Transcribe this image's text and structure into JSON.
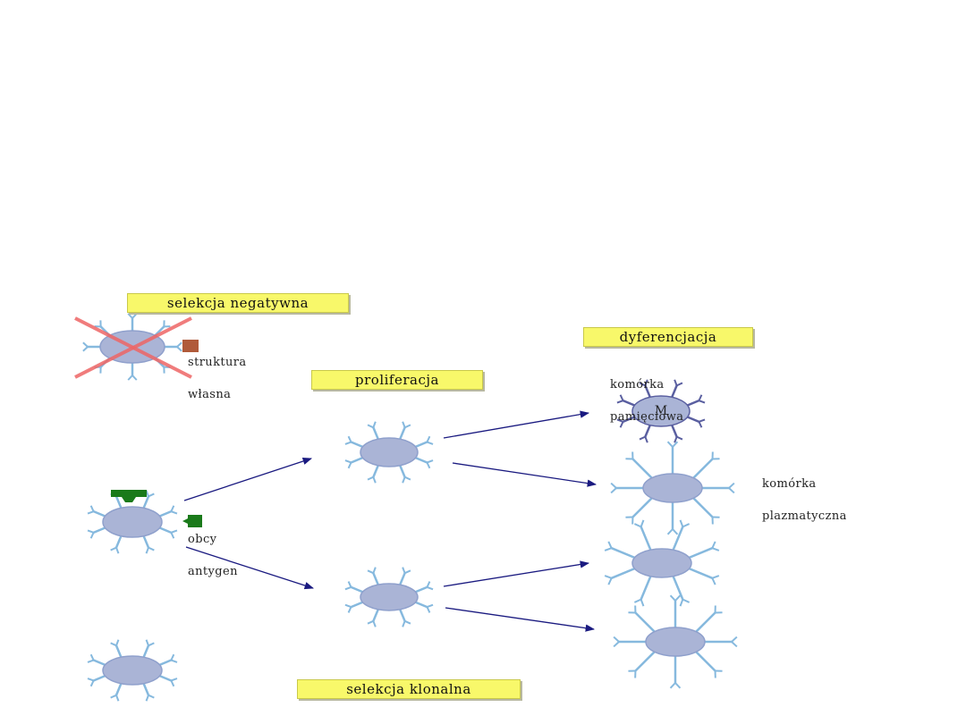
{
  "labels": {
    "negative_selection": "selekcja negatywna",
    "proliferation": "proliferacja",
    "differentiation": "dyferencjacja",
    "clonal_selection": "selekcja klonalna"
  },
  "notes": {
    "self_structure_line1": "struktura",
    "self_structure_line2": "własna",
    "foreign_antigen_line1": "obcy",
    "foreign_antigen_line2": "antygen",
    "memory_cell_line1": "komórka",
    "memory_cell_line2": "pamięciowa",
    "plasma_cell_line1": "komórka",
    "plasma_cell_line2": "plazmatyczna"
  },
  "memory_cell_letter": "M",
  "colors": {
    "cell_fill": "#aab4d6",
    "cell_stroke": "#8fa0cc",
    "receptor": "#86b9de",
    "memory_receptor": "#5a5fa0",
    "arrow": "#1a1a80",
    "antigen": "#1a7a1a",
    "self_antigen": "#b05a3a",
    "cross": "#ee6666",
    "label_bg": "#f8f86a"
  }
}
